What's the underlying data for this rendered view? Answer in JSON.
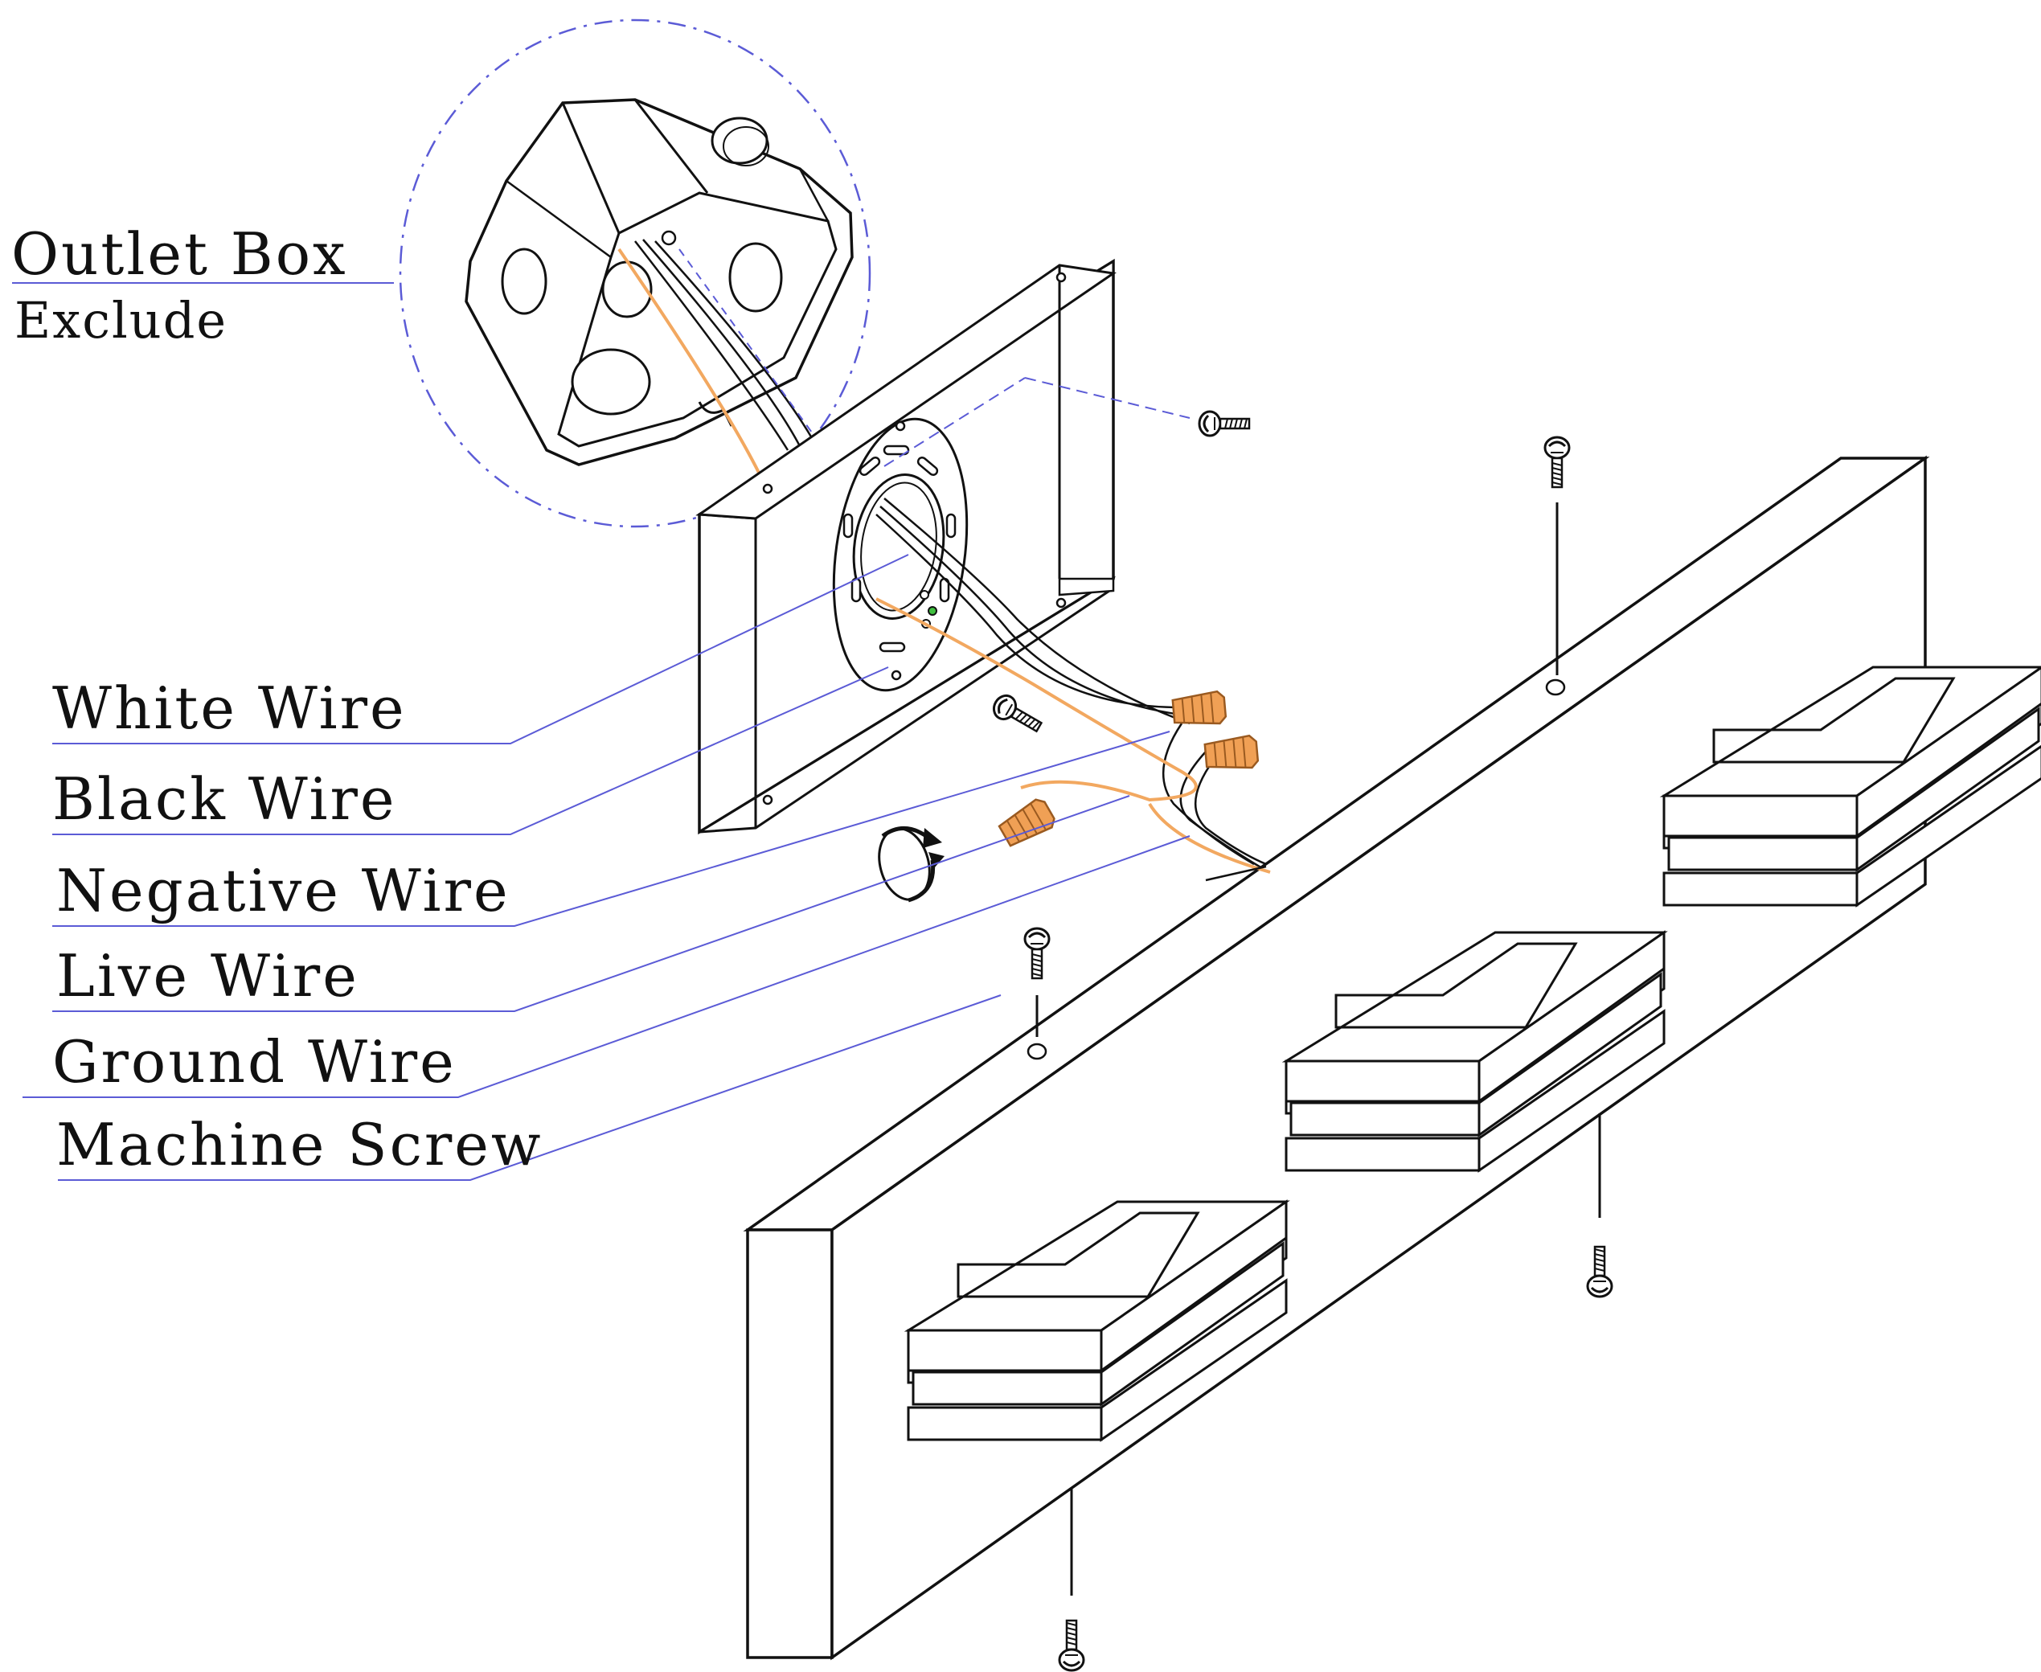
{
  "labels": {
    "outlet_box": "Outlet Box",
    "exclude": "Exclude",
    "white_wire": "White Wire",
    "black_wire": "Black Wire",
    "negative_wire": "Negative Wire",
    "live_wire": "Live Wire",
    "ground_wire": "Ground Wire",
    "machine_screw": "Machine Screw"
  },
  "colors": {
    "leader_line": "#5b5bd6",
    "outline": "#111111",
    "wire_orange": "#f2a860",
    "wire_nut": "#f0a055",
    "ground_screw": "#3fbf3f"
  }
}
